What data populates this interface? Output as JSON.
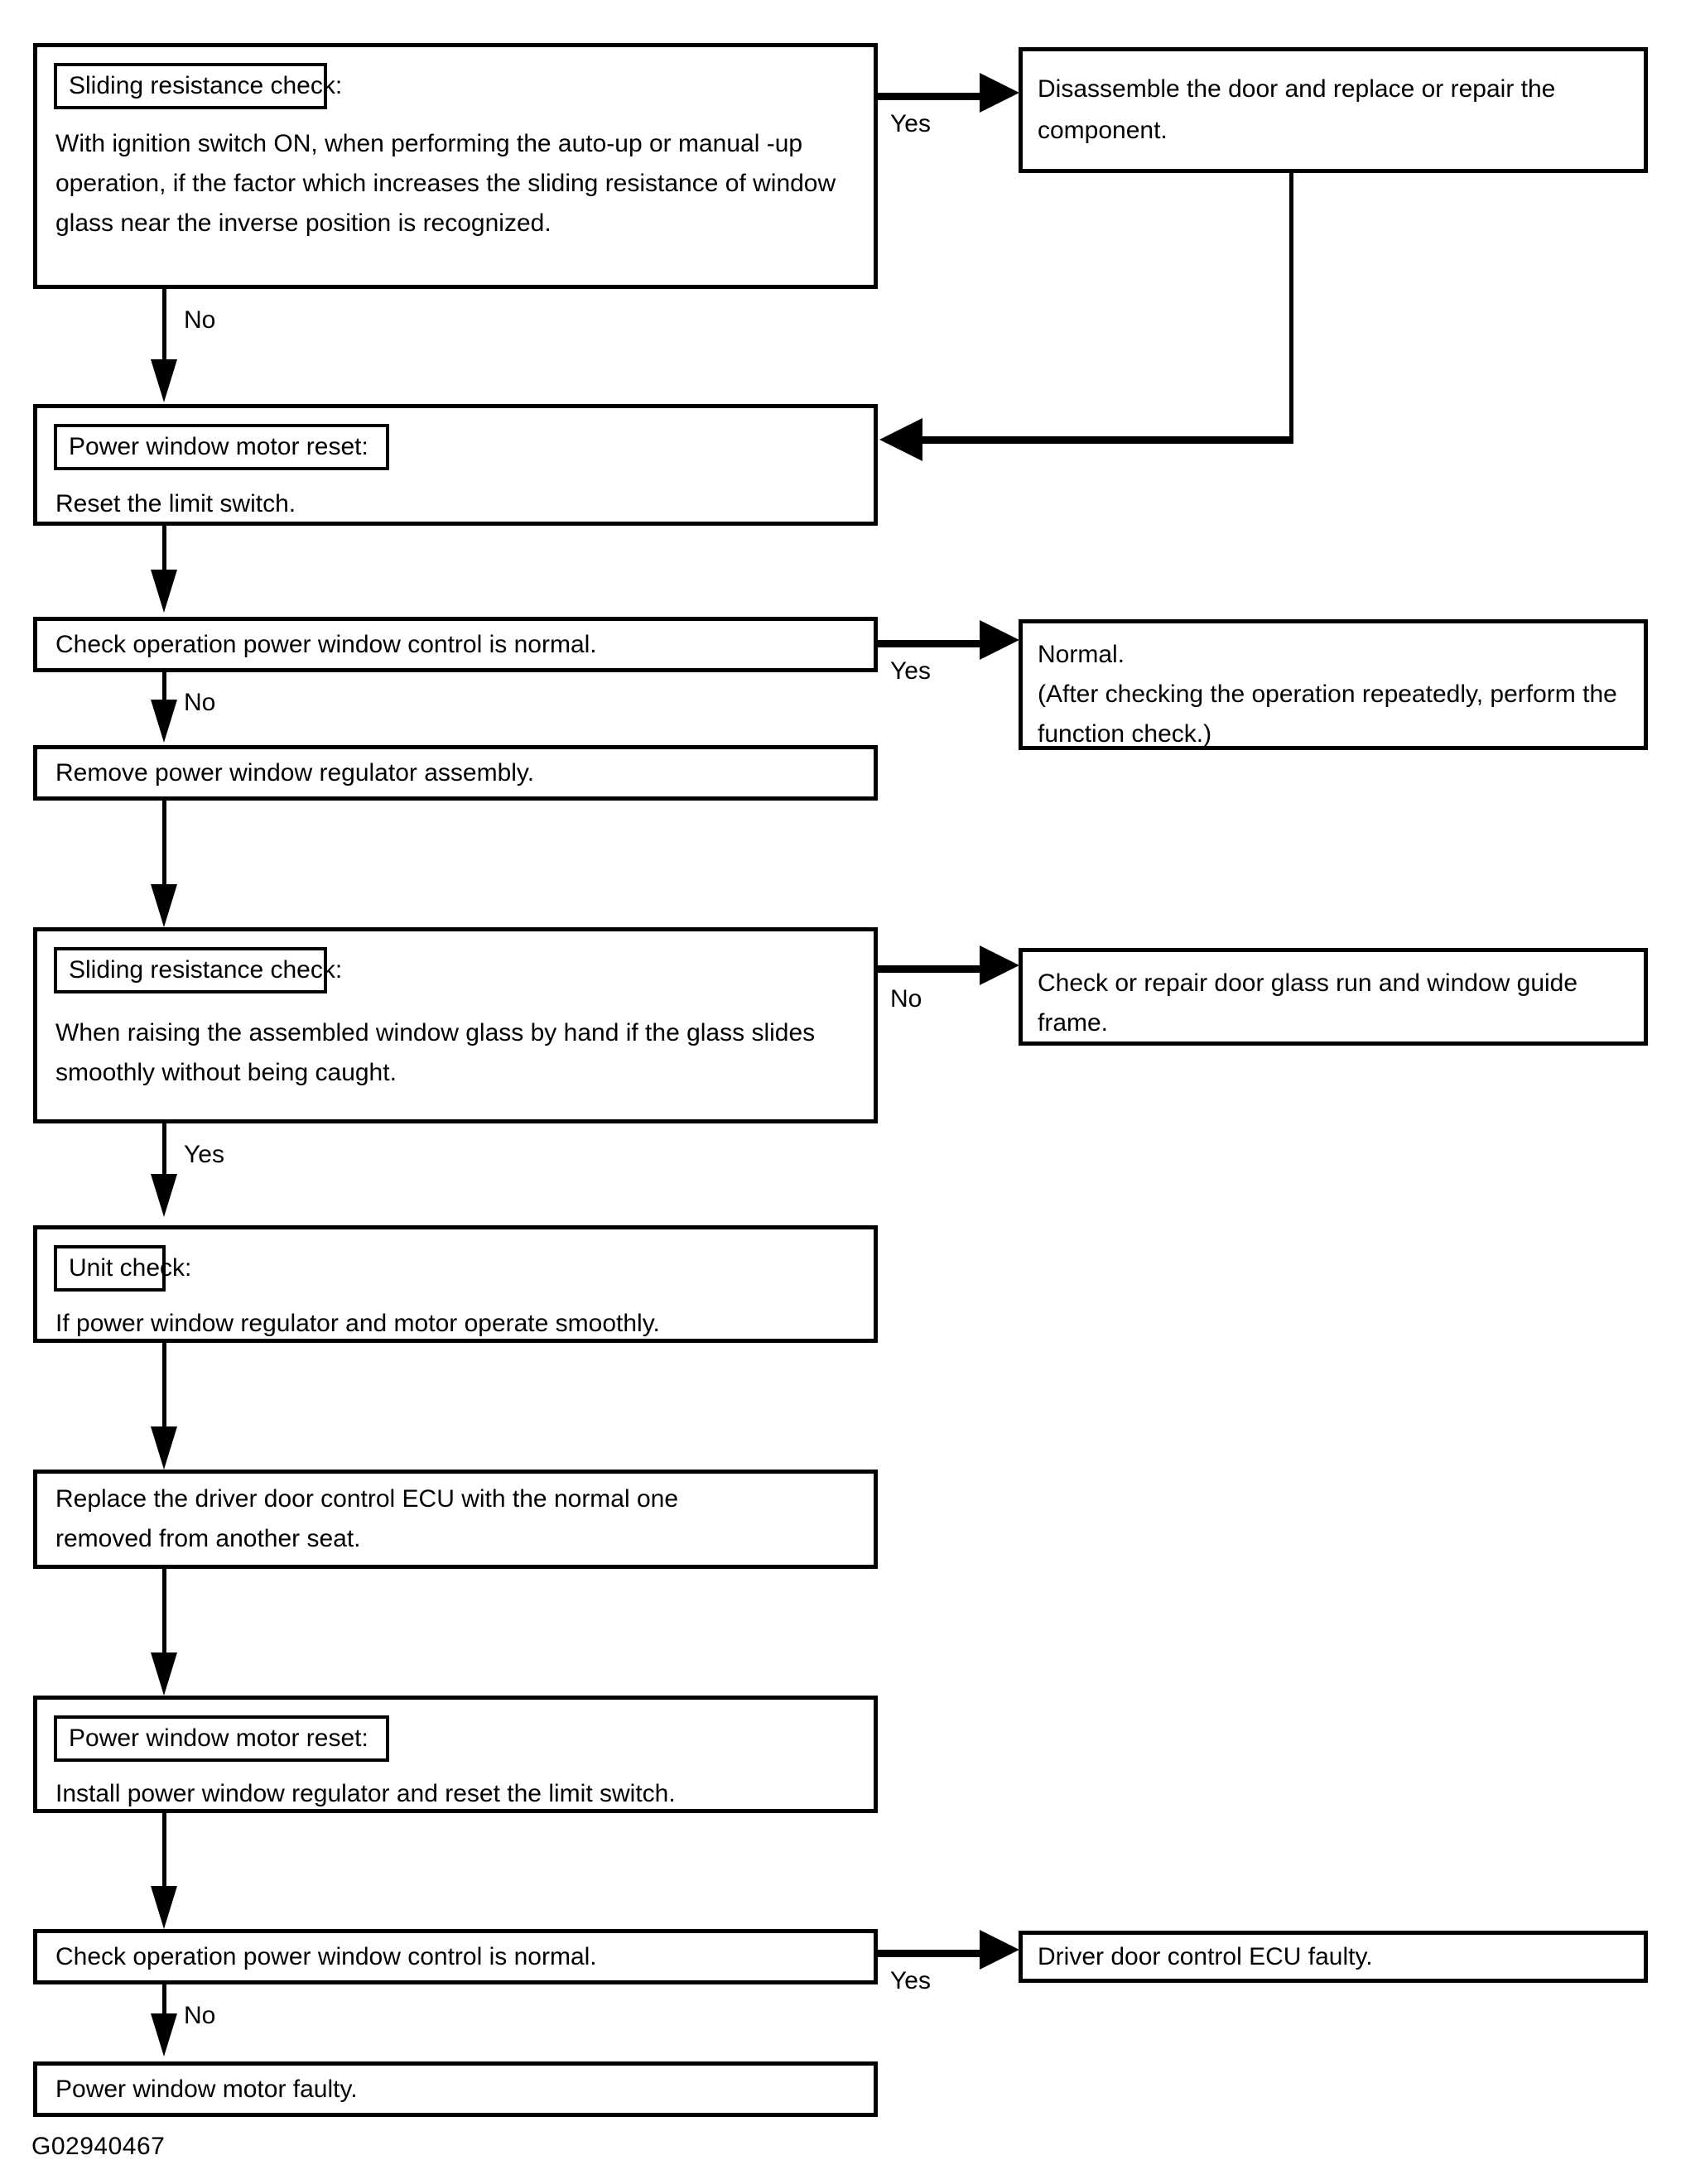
{
  "figure": {
    "id_label": "G02940467",
    "type": "troubleshooting-flowchart",
    "title": "Power window control troubleshooting flow"
  },
  "nodes": [
    {
      "key": "sliding_check_1",
      "chip": "Sliding  resistance check:",
      "text": "With ignition switch ON, when performing the auto-up or manual -up\noperation, if the factor which increases the sliding resistance of window\nglass near the inverse position is recognized."
    },
    {
      "key": "disassemble_door",
      "text": "Disassemble the door and replace or repair the\ncomponent."
    },
    {
      "key": "motor_reset_1",
      "chip": "Power window motor reset:",
      "text": "Reset the limit switch."
    },
    {
      "key": "check_operation_1",
      "text": "Check operation power window control is normal."
    },
    {
      "key": "normal_result",
      "text": "Normal.\n(After checking the operation repeatedly, perform the\nfunction check.)"
    },
    {
      "key": "remove_regulator",
      "text": "Remove power window regulator assembly."
    },
    {
      "key": "sliding_check_2",
      "chip": "Sliding  resistance check:",
      "text": "When raising the assembled window glass by hand if the glass slides\nsmoothly without being caught."
    },
    {
      "key": "check_repair_glass_run",
      "text": "Check or repair door glass run and window guide\nframe."
    },
    {
      "key": "unit_check",
      "chip": "Unit check:",
      "text": "If power window regulator and motor operate smoothly."
    },
    {
      "key": "replace_ecu",
      "text": "Replace the driver door control ECU with the normal one\nremoved from another seat."
    },
    {
      "key": "motor_reset_2",
      "chip": "Power window motor reset:",
      "text": "Install power window regulator and reset the limit switch."
    },
    {
      "key": "check_operation_2",
      "text": "Check operation power window control is normal."
    },
    {
      "key": "ecu_faulty",
      "text": "Driver door control ECU faulty."
    },
    {
      "key": "motor_faulty",
      "text": "Power window motor faulty."
    }
  ],
  "edge_labels": {
    "yes_1": "Yes",
    "no_1": "No",
    "yes_2": "Yes",
    "no_2": "No",
    "no_3": "No",
    "yes_3": "Yes",
    "yes_4": "Yes",
    "no_4": "No"
  },
  "colors": {
    "stroke": "#000000",
    "background": "#ffffff",
    "text": "#000000"
  }
}
